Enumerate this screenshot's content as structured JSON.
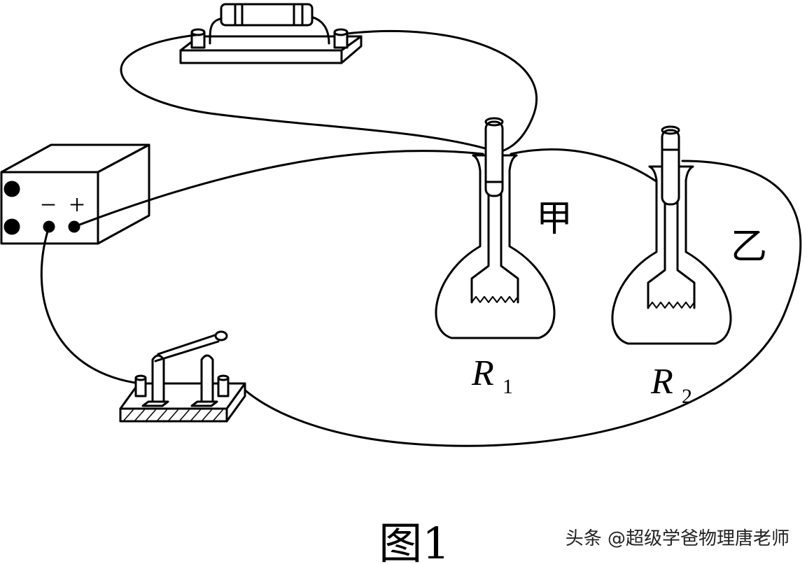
{
  "labels": {
    "beaker_a": "甲",
    "beaker_b": "乙",
    "r1_letter": "R",
    "r1_sub": "1",
    "r2_letter": "R",
    "r2_sub": "2",
    "minus": "−",
    "plus": "+",
    "figure_caption": "图1",
    "watermark": "头条 @超级学爸物理唐老师"
  },
  "colors": {
    "ink": "#000000",
    "background": "#ffffff"
  }
}
